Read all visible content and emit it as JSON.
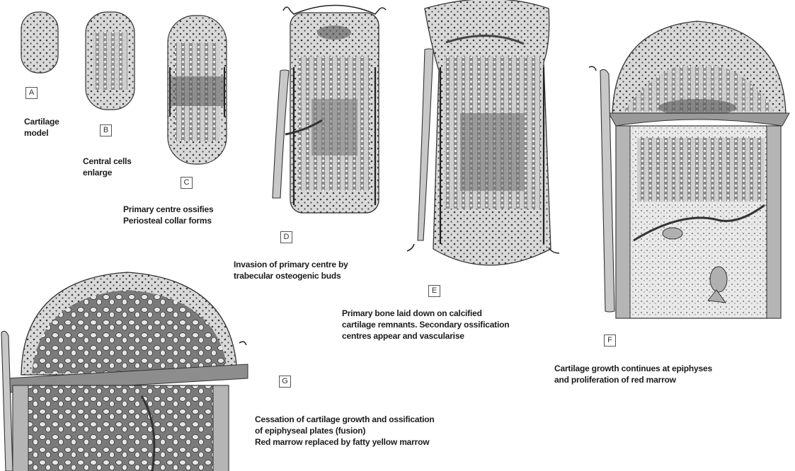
{
  "stages": [
    {
      "label": "A",
      "caption": [
        "Cartilage",
        "model"
      ]
    },
    {
      "label": "B",
      "caption": [
        "Central cells",
        "enlarge"
      ]
    },
    {
      "label": "C",
      "caption": [
        "Primary centre ossifies",
        "Periosteal collar forms"
      ]
    },
    {
      "label": "D",
      "caption": [
        "Invasion of primary centre by",
        "trabecular osteogenic buds"
      ]
    },
    {
      "label": "E",
      "caption": [
        "Primary bone laid down on calcified",
        "cartilage remnants. Secondary ossification",
        "centres appear and vascularise"
      ]
    },
    {
      "label": "F",
      "caption": [
        "Cartilage growth continues at epiphyses",
        "and proliferation of red marrow"
      ]
    },
    {
      "label": "G",
      "caption": [
        "Cessation of cartilage growth and ossification",
        "of epiphyseal plates (fusion)",
        "Red marrow replaced by fatty yellow marrow"
      ]
    }
  ]
}
